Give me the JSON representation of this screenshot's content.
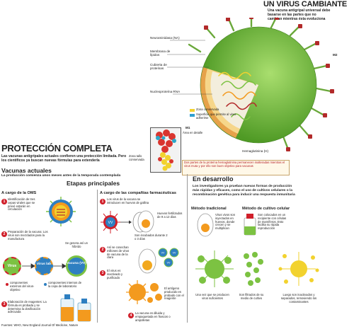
{
  "top": {
    "title": "UN VIRUS CAMBIANTE",
    "subtitle": "Una vacuna antigripal universal debe basarse en las partes que no cambian mientras ésta evoluciona"
  },
  "virus_labels": {
    "na": "Neuraminidasa (NA)",
    "lipid": "Membrana de lípidos",
    "protein": "Cubierta de proteínas",
    "rna": "Nucleoproteína RNA",
    "m2": "M2",
    "m1": "M1",
    "ha": "Hemaglutinina (H)",
    "detail": "Área en detalle",
    "stalk": "Zona tallo conservada"
  },
  "legend": {
    "conserved": "Zona conservada",
    "surface": "Superficie que permite al virus adherirse"
  },
  "ha_note": "Dos partes de la proteína hemaglutinina permanecen inalteradas mientras el virus muta y por ello son buen objetivo para vacunas",
  "protection": {
    "title": "PROTECCIÓN COMPLETA",
    "text": "Las vacunas antigripales actuales confieren una protección limitada. Pero los científicos ya buscan nuevas fórmulas para extenderla"
  },
  "current": {
    "title": "Vacunas actuales",
    "text": "La producción comienza unos meses antes de la temporada contemplada",
    "stages": "Etapas principales",
    "oms_head": "A cargo de la OMS",
    "pharma_head": "A cargo de las compañías farmacéuticas"
  },
  "oms_steps": [
    {
      "n": "1",
      "text": "Identificación de tres cepas virales que se prevé estarán en circulación"
    },
    {
      "n": "2",
      "text": "Preparación de la vacuna: Los virus son mezclados para la manufactura"
    },
    {
      "n": "3",
      "text": "Elaboración de reagentes: La fórmula es probada y se determina la dosificación adecuada"
    }
  ],
  "hybrid": {
    "note": "Se genera así un híbrido",
    "virus": "Virus",
    "lab": "Virus lab",
    "vaccine": "Vacuna (VV)",
    "ext": "componentes externos del virus-objetivo",
    "int": "componentes internos de la cepa de laboratorio"
  },
  "pharma_steps": [
    {
      "n": "1",
      "text": "Los virus de la vacuna se introducen en huevos de gallina"
    },
    {
      "n": "2",
      "text": "Así se cosechan millones de virus de vacuna de la clara"
    },
    {
      "n": "3",
      "text": "El virus es inactivado y purificado"
    },
    {
      "n": "4",
      "text": "La vacuna es diluida y empaquetada en frascos o ampolletas"
    }
  ],
  "eggs": {
    "fert": "Huevos fertilizados de 9 a 12 días",
    "incub": "Son incubados durante 2 o 3 días",
    "vv": "VV"
  },
  "antigen": "El antígeno producido es probado con el reagente",
  "development": {
    "title": "En desarrollo",
    "text": "Los investigadores ya prueban nuevas formas de producción más rápidas y eficaces, como el uso de cultivos celulares o la recombinación genética para inducir una respuesta inmunitaria",
    "trad_head": "Método tradicional",
    "cell_head": "Método de cultivo celular",
    "trad_text": "Virus vivos son inyectados en huevos, donde crecen y se multiplican",
    "cell_text": "Son colocados en un recipiente con células de mamíferos. Esto facilita su rápida reproducción",
    "b1": "Una vez que se producen virus suficientes",
    "b2": "Son filtrados de su medio de cultivo",
    "b3": "Luego son inactivados y separados, removiendo los contaminantes"
  },
  "source": "Fuentes: WHO, New England Journal Of Medicine, Nature",
  "colors": {
    "red": "#d01f2a",
    "green": "#7cc242",
    "blue": "#2e7fc1",
    "orange": "#f39a1e",
    "yellow": "#f2d22e"
  }
}
